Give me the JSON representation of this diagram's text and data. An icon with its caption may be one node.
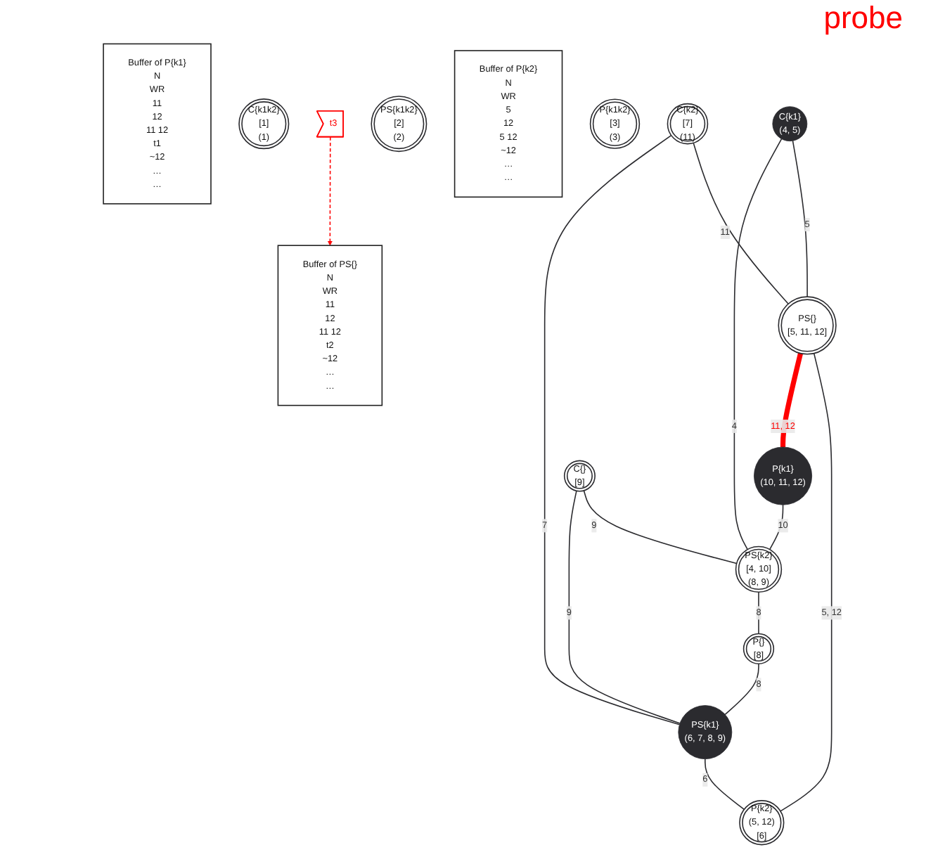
{
  "diagram": {
    "nodes": [
      {
        "text": [
          "Buffer of PS{}",
          "N",
          "WR",
          "11",
          "12",
          "11 12",
          "t2",
          "~12",
          "…",
          "…"
        ]
      },
      {
        "text": [
          "Buffer of P{k1}",
          "N",
          "WR",
          "11",
          "12",
          "11 12",
          "t1",
          "~12",
          "…",
          "…"
        ]
      },
      {
        "text": [
          "C{k1k2}",
          "[1]",
          "(1)"
        ]
      },
      {
        "text": [
          "C{k1}",
          "(4, 5)"
        ]
      },
      {
        "text": [
          "PS{}",
          "[5, 11, 12]"
        ]
      },
      {
        "text": [
          "P{k1}",
          "(10, 11, 12)"
        ]
      },
      {
        "text": [
          "PS{k1k2}",
          "[2]",
          "(2)"
        ]
      },
      {
        "text": [
          "C{}",
          "[9]"
        ]
      },
      {
        "text": [
          "PS{k2}",
          "[4, 10]",
          "(8, 9)"
        ]
      },
      {
        "text": [
          "P{}",
          "[8]"
        ]
      },
      {
        "text": [
          "Buffer of P{k2}",
          "N",
          "WR",
          "5",
          "12",
          "5 12",
          "~12",
          "…",
          "…"
        ]
      },
      {
        "text": [
          "P{k1k2}",
          "[3]",
          "(3)"
        ]
      },
      {
        "text": [
          "C{k2}",
          "[7]",
          "(11)"
        ]
      },
      {
        "text": [
          "PS{k1}",
          "(6, 7, 8, 9)"
        ]
      },
      {
        "text": [
          "P{k2}",
          "(5, 12)",
          "[6]"
        ]
      },
      {
        "text": [
          "t3"
        ]
      }
    ],
    "edges": [
      {
        "from": 3,
        "to": 4,
        "arrow": "none",
        "label": "5"
      },
      {
        "from": 12,
        "to": 4,
        "arrow": "none",
        "label": "11"
      },
      {
        "from": 4,
        "to": 14,
        "arrow": "none",
        "label": "5, 12"
      },
      {
        "from": 4,
        "to": 5,
        "arrow": "none",
        "label": "11, 12",
        "style": "thick",
        "color": "#ff0000"
      },
      {
        "from": 3,
        "to": 8,
        "arrow": "none",
        "label": "4"
      },
      {
        "from": 5,
        "to": 8,
        "arrow": "none",
        "label": "10"
      },
      {
        "from": 7,
        "to": 8,
        "arrow": "none",
        "label": "9"
      },
      {
        "from": 8,
        "to": 9,
        "arrow": "none",
        "label": "8"
      },
      {
        "from": 7,
        "to": 13,
        "arrow": "none",
        "label": "9"
      },
      {
        "from": 9,
        "to": 13,
        "arrow": "none",
        "label": "8"
      },
      {
        "from": 12,
        "to": 13,
        "arrow": "none",
        "label": "7"
      },
      {
        "from": 13,
        "to": 14,
        "arrow": "none",
        "label": "6"
      },
      {
        "from": 15,
        "to": 0,
        "arrow": "to",
        "style": "dashed",
        "color": "#ff0000"
      }
    ],
    "labels": [
      "probe"
    ]
  }
}
